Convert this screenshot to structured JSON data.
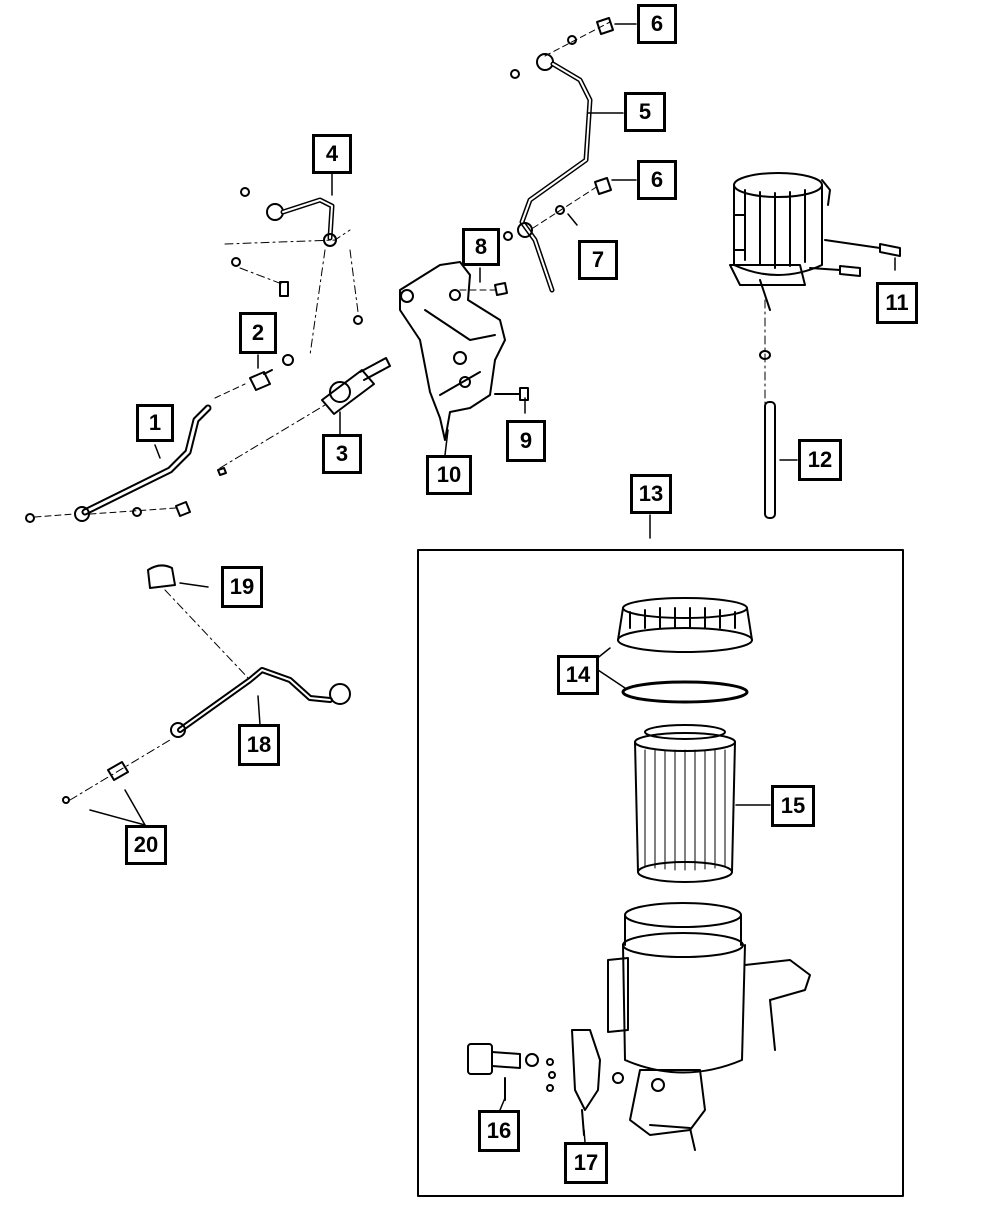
{
  "diagram": {
    "stroke_color": "#000000",
    "background_color": "#ffffff",
    "assembly_box_label": "13",
    "callouts": [
      "1",
      "2",
      "3",
      "4",
      "5",
      "6",
      "6",
      "7",
      "8",
      "9",
      "10",
      "11",
      "12",
      "13",
      "14",
      "15",
      "16",
      "17",
      "18",
      "19",
      "20"
    ]
  }
}
